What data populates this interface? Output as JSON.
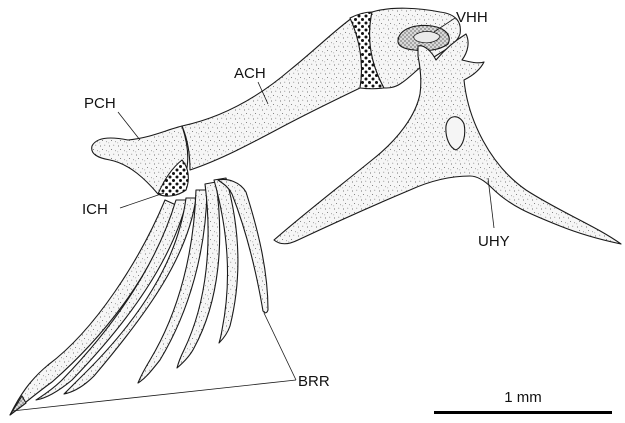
{
  "figure": {
    "labels": {
      "vhh": "VHH",
      "ach": "ACH",
      "pch": "PCH",
      "ich": "ICH",
      "uhy": "UHY",
      "brr": "BRR"
    },
    "scale_bar": {
      "label": "1 mm"
    }
  }
}
